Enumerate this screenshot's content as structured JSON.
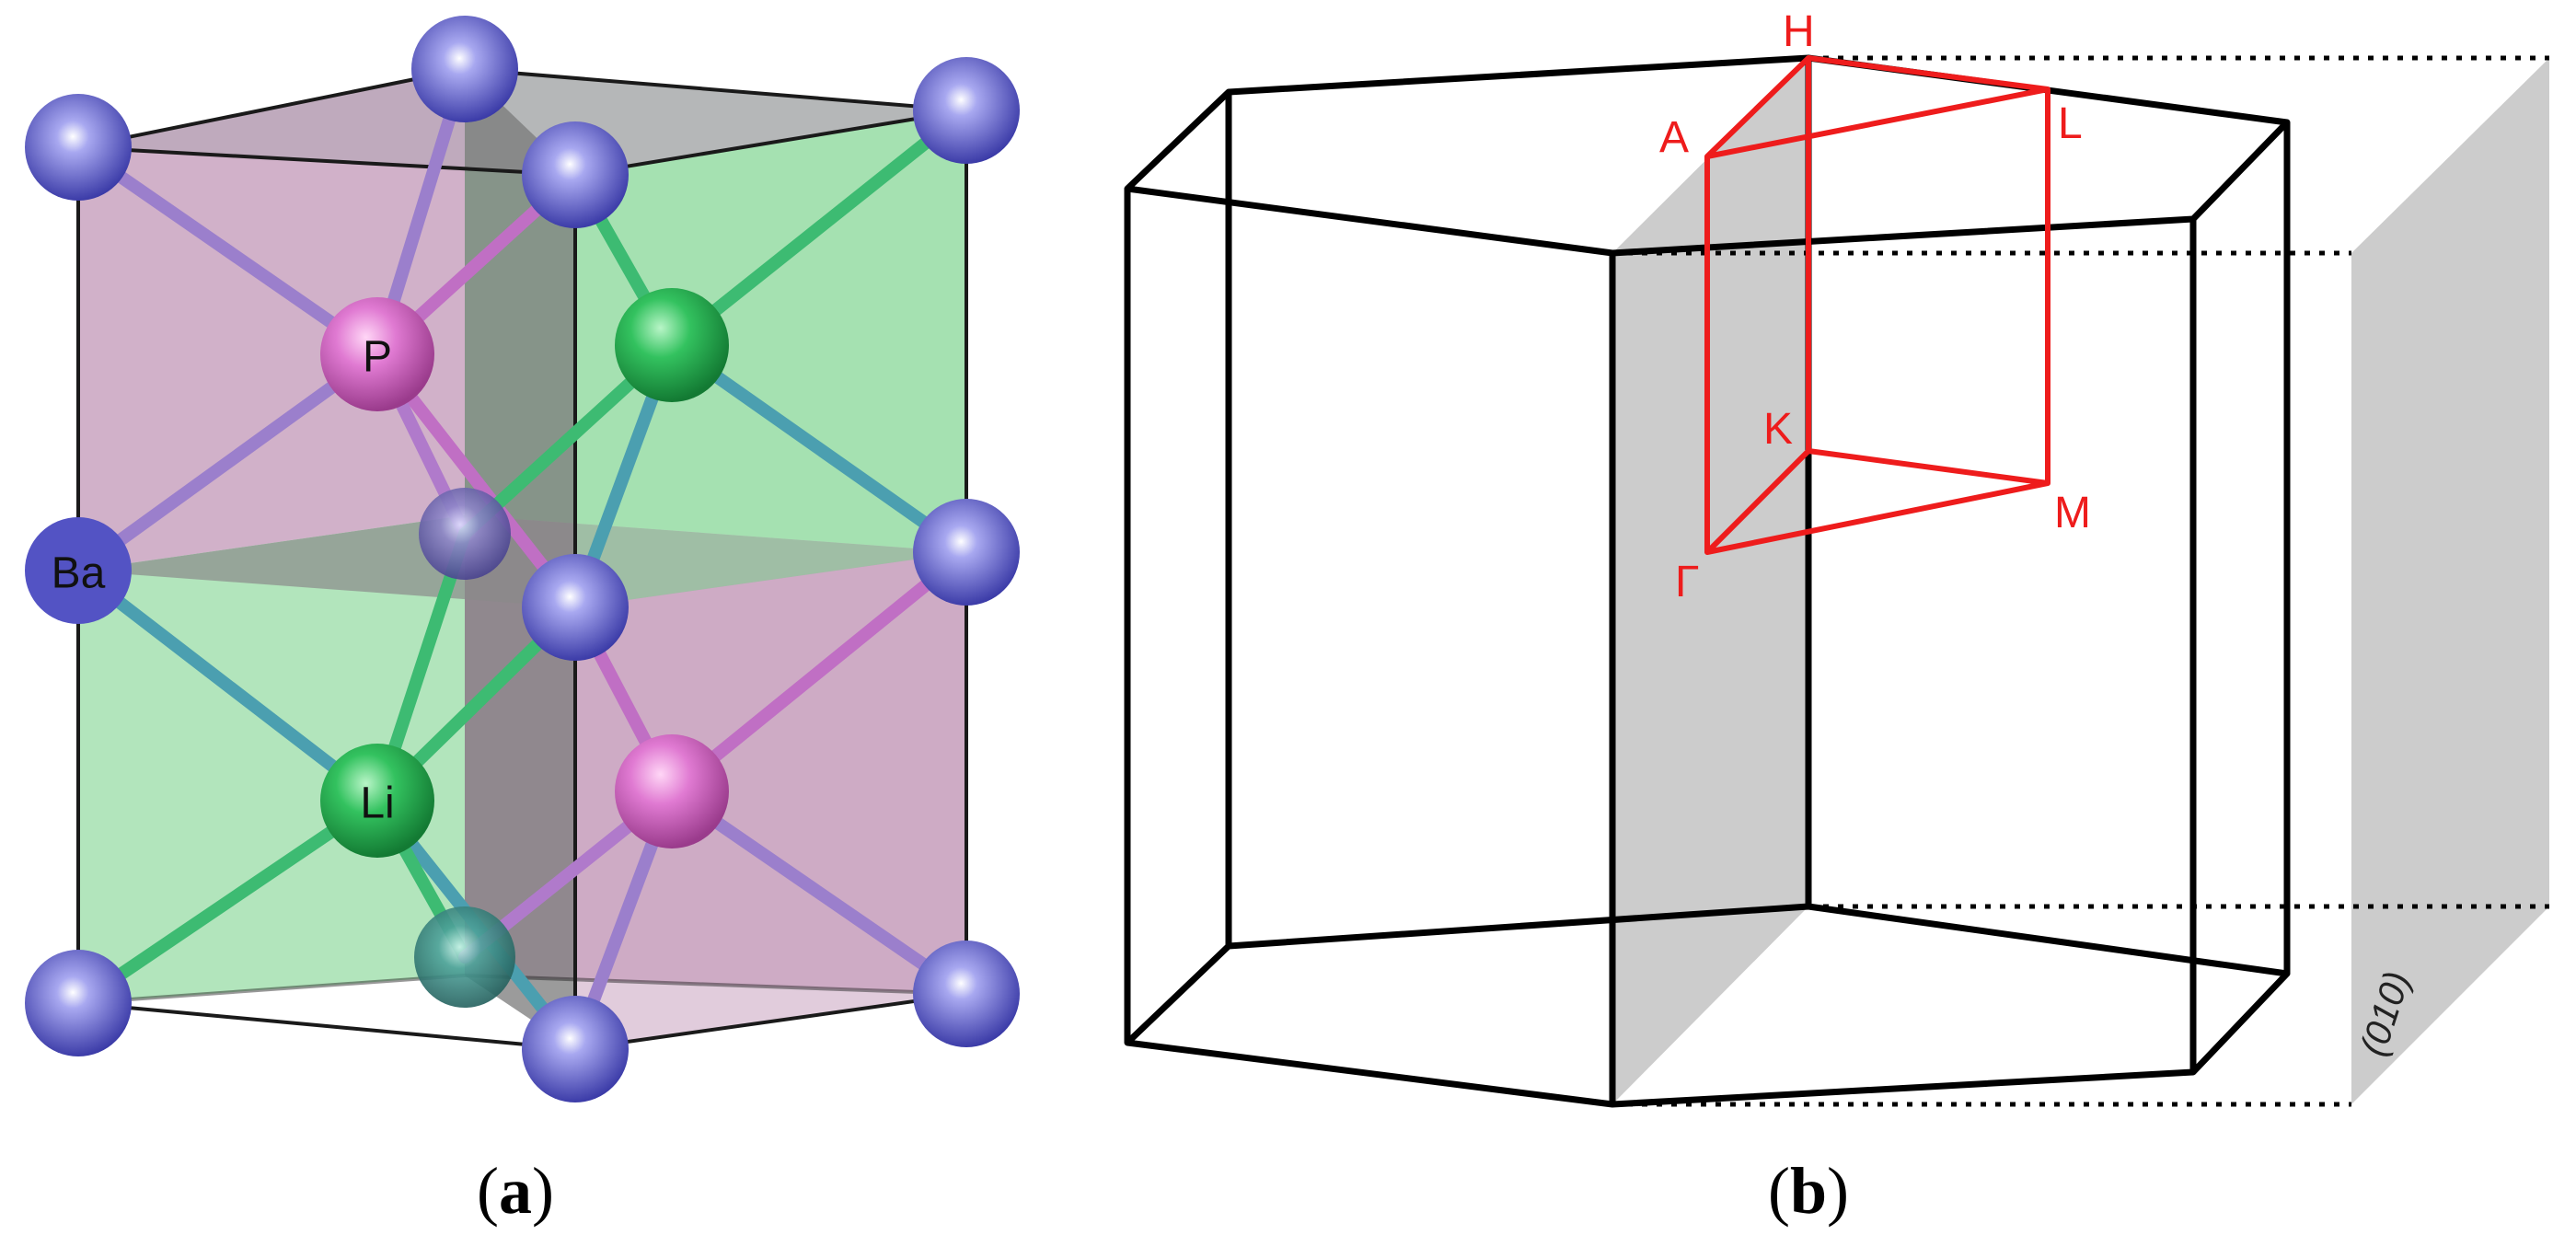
{
  "panel_a": {
    "caption_open": "(",
    "caption_letter": "a",
    "caption_close": ")",
    "atom_labels": {
      "phosphorus": "P",
      "barium": "Ba",
      "lithium": "Li"
    },
    "colors": {
      "barium": "#6b6bd6",
      "phosphorus": "#d86fc9",
      "lithium": "#2fbf5a",
      "face_pink": "#c9a3bf",
      "face_green": "#9fdfab"
    }
  },
  "panel_b": {
    "caption_open": "(",
    "caption_letter": "b",
    "caption_close": ")",
    "kpoints": {
      "H": "H",
      "A": "A",
      "L": "L",
      "K": "K",
      "M": "M",
      "Gamma": "Γ"
    },
    "plane_label": "(010)",
    "colors": {
      "path": "#ee1c1c",
      "edges": "#000000",
      "plane": "#cccccc"
    }
  }
}
